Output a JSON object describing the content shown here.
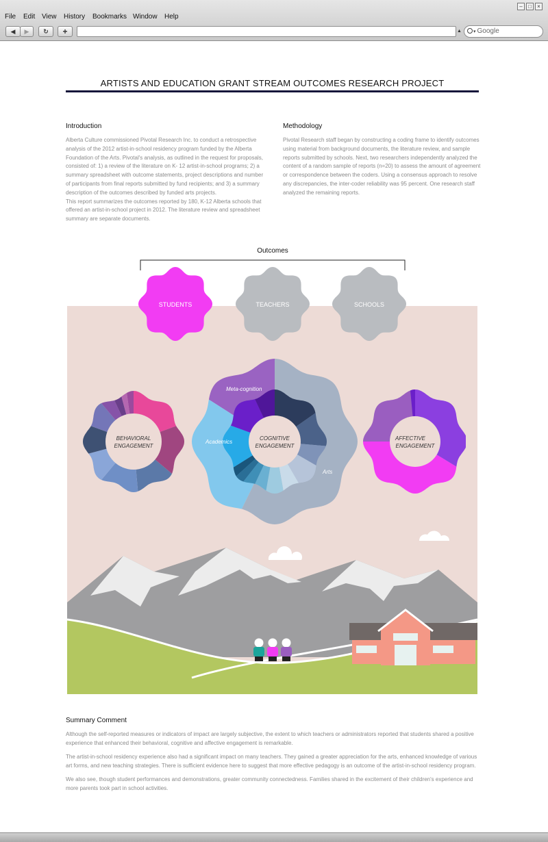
{
  "browser": {
    "menu": [
      "File",
      "Edit",
      "View",
      "History",
      "Bookmarks",
      "Window",
      "Help"
    ],
    "search_placeholder": "Google",
    "url": ""
  },
  "page": {
    "title": "ARTISTS AND EDUCATION GRANT STREAM OUTCOMES RESEARCH PROJECT",
    "introduction": {
      "heading": "Introduction",
      "body": "Alberta Culture commissioned Pivotal Research Inc. to conduct a retrospective analysis of the 2012 artist-in-school residency program funded by the Alberta Foundation of the Arts. Pivotal's analysis, as outlined in the request for proposals, consisted of: 1) a review of the literature on K- 12 artist-in-school programs; 2) a summary spreadsheet with outcome statements, project descriptions and number of participants from final reports submitted by fund recipients; and 3) a summary description of the outcomes described by funded arts projects.",
      "body2": "This report summarizes the outcomes reported by 180, K-12 Alberta schools that offered an artist-in-school project in 2012. The literature review and spreadsheet summary are separate documents."
    },
    "methodology": {
      "heading": "Methodology",
      "body": "Pivotal Research staff began by constructing a coding frame to identify outcomes using material from background documents, the literature review, and sample reports submitted by schools. Next, two researchers independently analyzed the content of a random sample of reports (n=20) to assess the amount of agreement or correspondence between the coders. Using a consensus approach to resolve any discrepancies, the inter-coder reliability was 95 percent. One research staff analyzed the remaining reports."
    },
    "outcomes": {
      "heading": "Outcomes",
      "groups": [
        "STUDENTS",
        "TEACHERS",
        "SCHOOLS"
      ],
      "behavioral": "BEHAVIORAL\nENGAGEMENT",
      "cognitive": "COGNITIVE\nENGAGEMENT",
      "affective": "AFFECTIVE\nENGAGEMENT",
      "cognitive_parts": [
        "Meta-cognition",
        "Academics",
        "Arts"
      ]
    },
    "summary": {
      "heading": "Summary Comment",
      "p1": "Although the self-reported measures or indicators of impact are largely subjective, the extent to which teachers or administrators reported that students shared a positive experience that enhanced their behavioral, cognitive and affective engagement is remarkable.",
      "p2": "The artist-in-school residency experience also had a significant impact on many teachers. They gained a greater appreciation for the arts, enhanced knowledge of various art forms, and new teaching strategies. There is sufficient evidence here to suggest that more effective pedagogy is an outcome of the artist-in-school residency program.",
      "p3": "We also see, though student performances and demonstrations, greater community connectedness. Families shared in the excitement of their children's experience and more parents took part in school activities."
    }
  },
  "colors": {
    "students": "#f23cf3",
    "neutral": "#b9bcc0",
    "background_panel": "#eddbd6",
    "grass": "#b3c760",
    "mountain": "#9e9ea0",
    "snow": "#ececec",
    "title_rule": "#15153a"
  }
}
